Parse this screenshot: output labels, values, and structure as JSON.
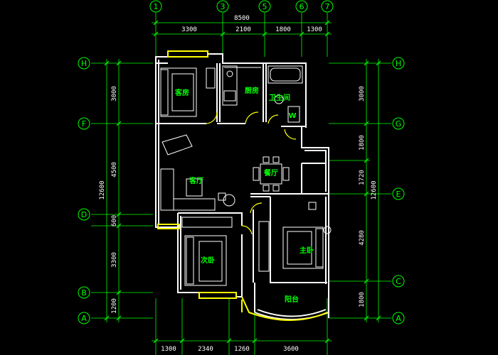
{
  "colors": {
    "background": "#000000",
    "grid": "#00ff00",
    "wall": "#ffffff",
    "window": "#ffff00",
    "furniture": "#ffffff",
    "room_text": "#00ff00"
  },
  "axes": {
    "top": [
      "1",
      "3",
      "5",
      "6",
      "7"
    ],
    "left": [
      "H",
      "F",
      "D",
      "B",
      "A"
    ],
    "right": [
      "H",
      "G",
      "E",
      "C",
      "A"
    ]
  },
  "dimensions": {
    "top_total": "8500",
    "top": [
      "3300",
      "2100",
      "1800",
      "1300"
    ],
    "bottom": [
      "1300",
      "2340",
      "1260",
      "3600"
    ],
    "left_total": "12600",
    "left": [
      "3000",
      "4500",
      "600",
      "3300",
      "1200"
    ],
    "right_total": "12600",
    "right": [
      "3000",
      "1800",
      "1720",
      "4280",
      "1800"
    ]
  },
  "rooms": {
    "bedroom_guest": "客房",
    "kitchen": "厨房",
    "bathroom": "卫生间",
    "washer": "W",
    "living": "客厅",
    "dining": "餐厅",
    "second_bedroom": "次卧",
    "master_bedroom": "主卧",
    "balcony": "阳台"
  }
}
